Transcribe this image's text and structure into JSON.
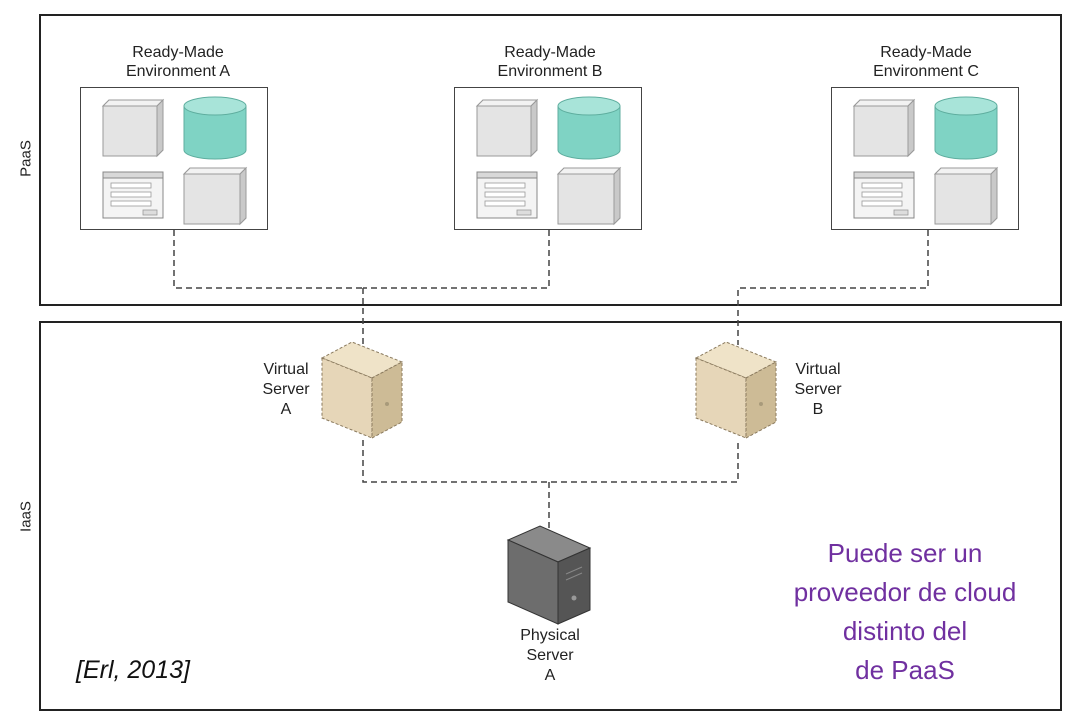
{
  "layers": {
    "paas_label": "PaaS",
    "iaas_label": "IaaS"
  },
  "environments": [
    {
      "line1": "Ready-Made",
      "line2": "Environment A"
    },
    {
      "line1": "Ready-Made",
      "line2": "Environment B"
    },
    {
      "line1": "Ready-Made",
      "line2": "Environment C"
    }
  ],
  "virtual_servers": [
    {
      "line1": "Virtual",
      "line2": "Server",
      "line3": "A"
    },
    {
      "line1": "Virtual",
      "line2": "Server",
      "line3": "B"
    }
  ],
  "physical_server": {
    "line1": "Physical",
    "line2": "Server",
    "line3": "A"
  },
  "note": {
    "line1": "Puede ser un",
    "line2": "proveedor de cloud",
    "line3": "distinto del",
    "line4": "de PaaS"
  },
  "citation": "[Erl, 2013]",
  "colors": {
    "note": "#7030a0",
    "database": "#7fd3c4",
    "virtual_server": "#e6d6b8",
    "physical_server": "#6d6d6d"
  }
}
